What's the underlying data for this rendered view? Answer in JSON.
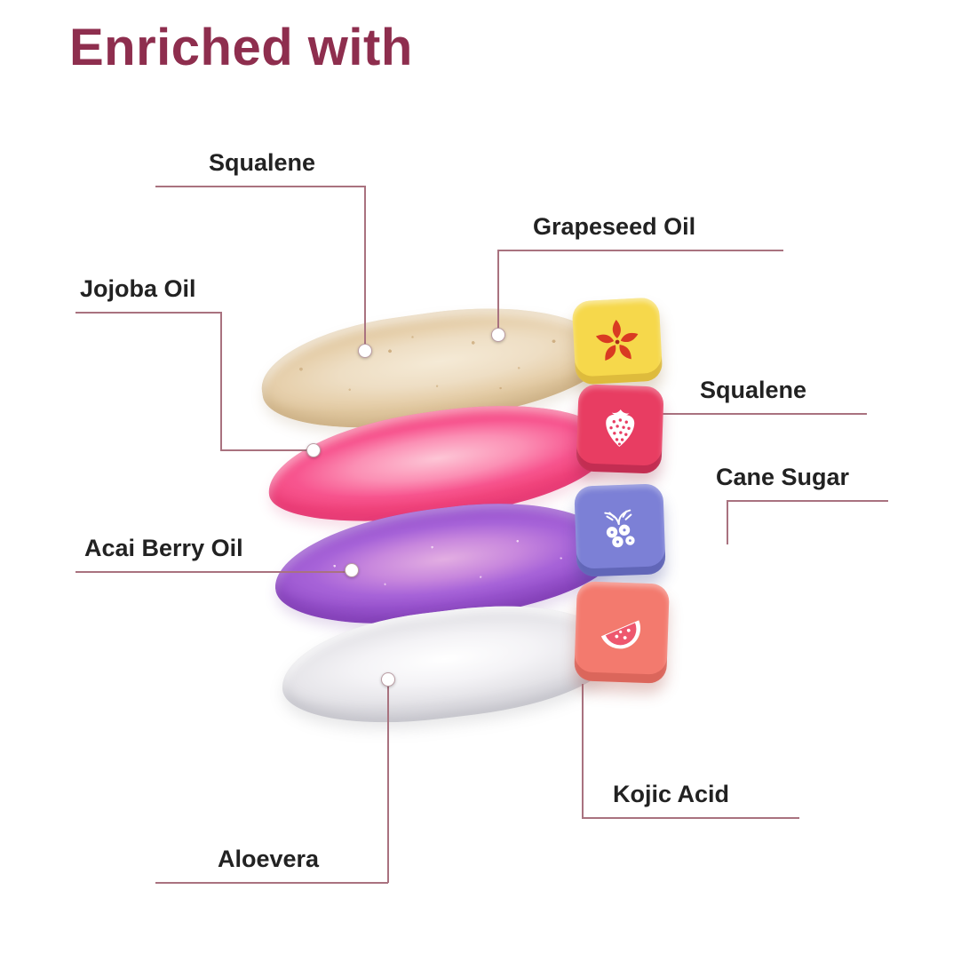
{
  "title": "Enriched with",
  "labels": {
    "squalene_top": "Squalene",
    "grapeseed_oil": "Grapeseed Oil",
    "jojoba_oil": "Jojoba Oil",
    "squalene_right": "Squalene",
    "cane_sugar": "Cane Sugar",
    "acai_berry_oil": "Acai Berry Oil",
    "kojic_acid": "Kojic Acid",
    "aloevera": "Aloevera"
  },
  "icons": [
    "vanilla-flower-icon",
    "strawberry-icon",
    "acai-berries-icon",
    "watermelon-icon"
  ],
  "colors": {
    "title": "#8e2e4e",
    "label_text": "#222222",
    "connector_line": "#a9727f",
    "swatch_vanilla": "#ead7ba",
    "swatch_strawberry": "#f75a90",
    "swatch_acai": "#a263d4",
    "swatch_aloe_white": "#efeef1",
    "tub_vanilla_yellow": "#f6d84b",
    "tub_strawberry_pink": "#e83d62",
    "tub_acai_periwinkle": "#7c80d6",
    "tub_watermelon_coral": "#f37a6e"
  }
}
